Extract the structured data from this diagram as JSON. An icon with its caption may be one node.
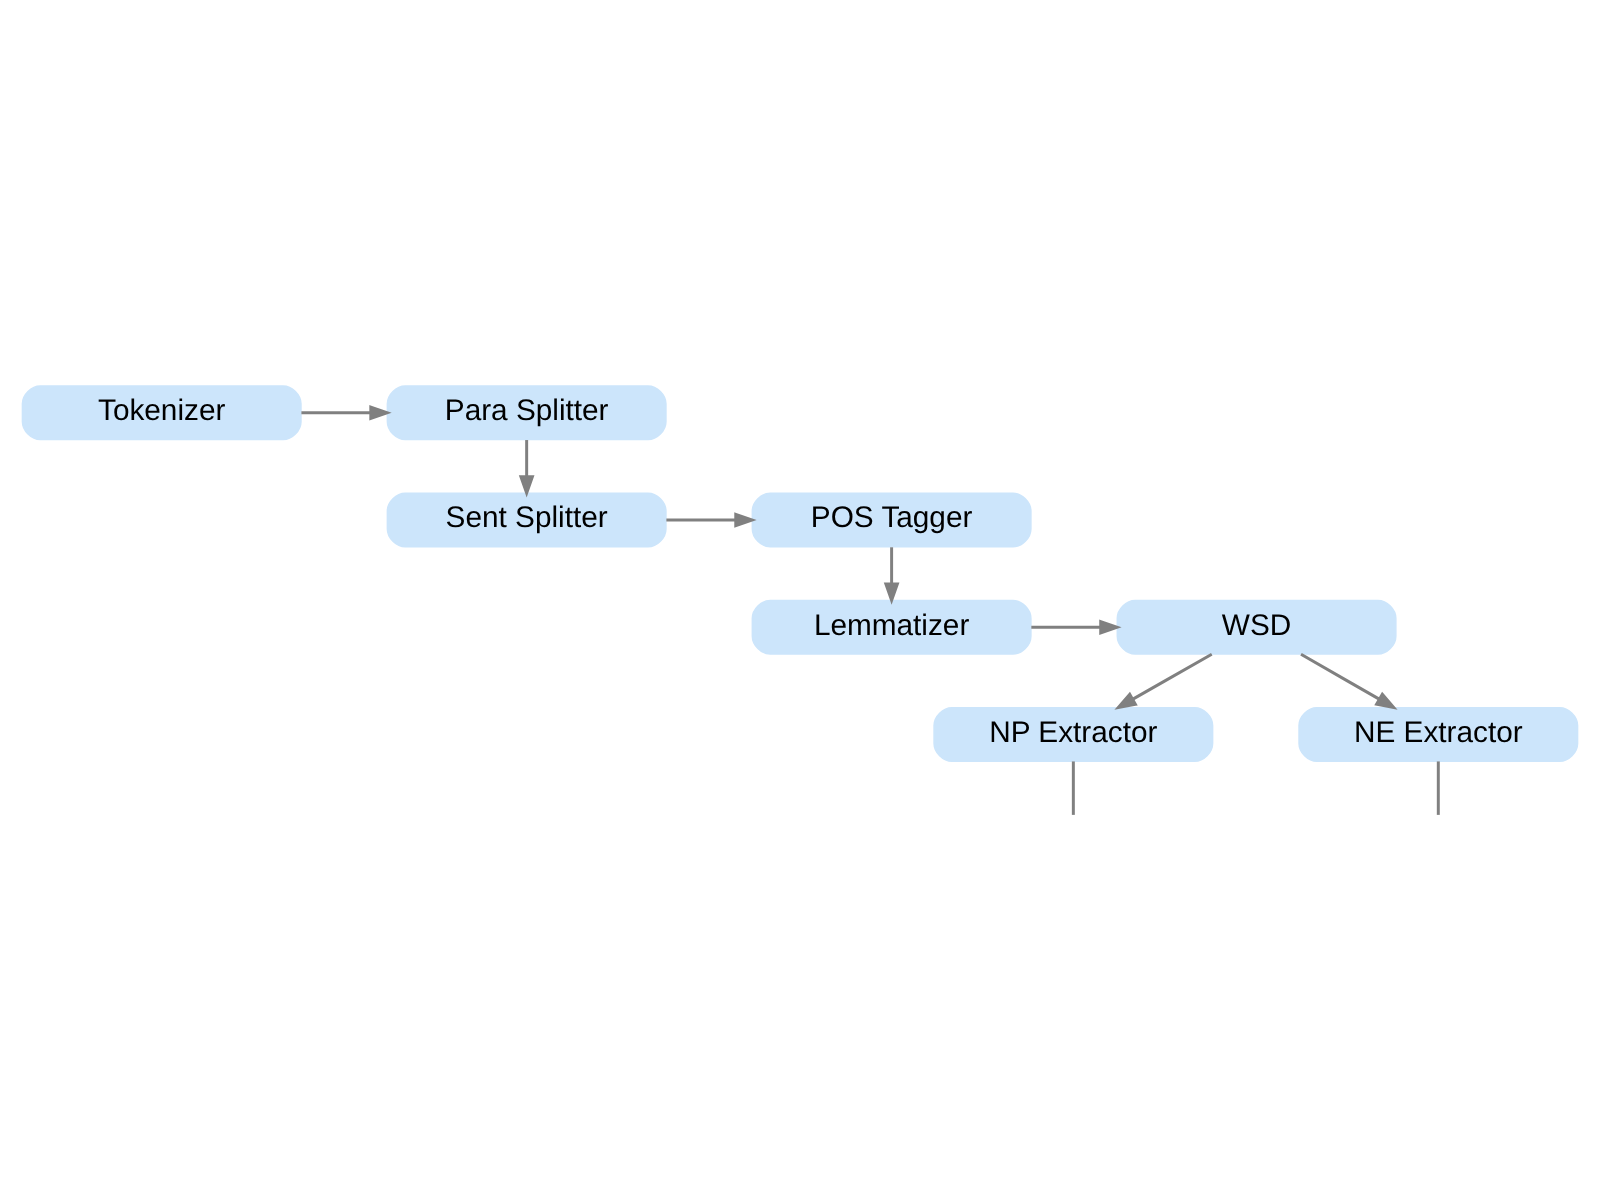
{
  "diagram": {
    "nodes": [
      {
        "text": [
          "Tokenizer"
        ]
      },
      {
        "text": [
          "Para Splitter"
        ]
      },
      {
        "text": [
          "Sent Splitter"
        ]
      },
      {
        "text": [
          "POS Tagger"
        ]
      },
      {
        "text": [
          "Lemmatizer"
        ]
      },
      {
        "text": [
          "WSD"
        ]
      },
      {
        "text": [
          "NP Extractor"
        ]
      },
      {
        "text": [
          "NE Extractor"
        ]
      }
    ],
    "edges": [
      {
        "from": 0,
        "to": 1,
        "arrow": "to"
      },
      {
        "from": 1,
        "to": 2,
        "arrow": "to"
      },
      {
        "from": 2,
        "to": 3,
        "arrow": "to"
      },
      {
        "from": 3,
        "to": 4,
        "arrow": "to"
      },
      {
        "from": 4,
        "to": 5,
        "arrow": "to"
      },
      {
        "from": 5,
        "to": 6,
        "arrow": "to"
      },
      {
        "from": 5,
        "to": 7,
        "arrow": "to"
      },
      {
        "from": 6,
        "to": null,
        "arrow": "none"
      },
      {
        "from": 7,
        "to": null,
        "arrow": "none"
      }
    ]
  }
}
